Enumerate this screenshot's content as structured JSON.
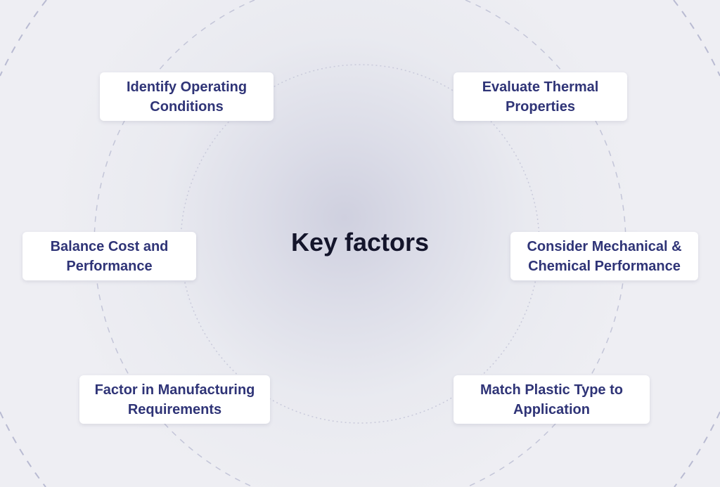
{
  "center": {
    "title": "Key factors"
  },
  "factors": [
    {
      "label": "Identify Operating Conditions"
    },
    {
      "label": "Evaluate Thermal Properties"
    },
    {
      "label": "Balance Cost and Performance"
    },
    {
      "label": "Consider Mechanical & Chemical Performance"
    },
    {
      "label": "Factor in Manufacturing Requirements"
    },
    {
      "label": "Match Plastic Type to Application"
    }
  ],
  "colors": {
    "text": "#2f3477",
    "title": "#14152b",
    "ring": "#b9bbd2"
  }
}
